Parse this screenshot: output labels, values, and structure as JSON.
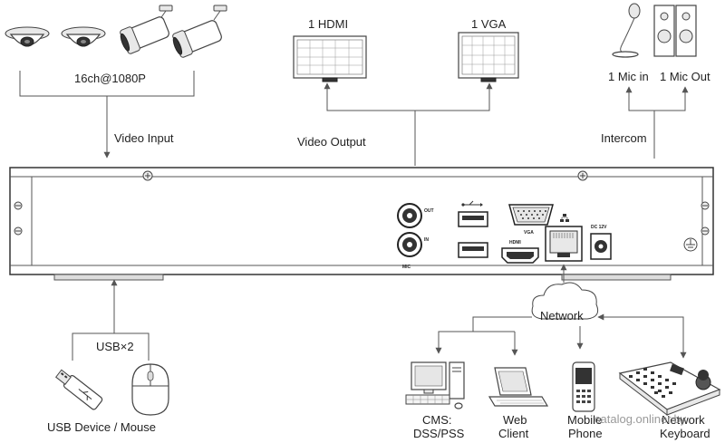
{
  "labels": {
    "cameras_spec": "16ch@1080P",
    "video_input": "Video Input",
    "hdmi": "1 HDMI",
    "vga": "1 VGA",
    "video_output": "Video Output",
    "mic_in": "1 Mic in",
    "mic_out": "1 Mic Out",
    "intercom": "Intercom",
    "usb": "USB×2",
    "usb_device": "USB Device / Mouse",
    "network": "Network",
    "cms_1": "CMS:",
    "cms_2": "DSS/PSS",
    "web_1": "Web",
    "web_2": "Client",
    "mobile_1": "Mobile",
    "mobile_2": "Phone",
    "keyboard_1": "Network",
    "keyboard_2": "Keyboard"
  },
  "panel": {
    "audio_out": "OUT",
    "audio_in": "IN",
    "mic": "MIC",
    "hdmi_port": "HDMI",
    "vga_port": "VGA",
    "dc": "DC 12V"
  },
  "watermark": "catalog.onliner.by"
}
